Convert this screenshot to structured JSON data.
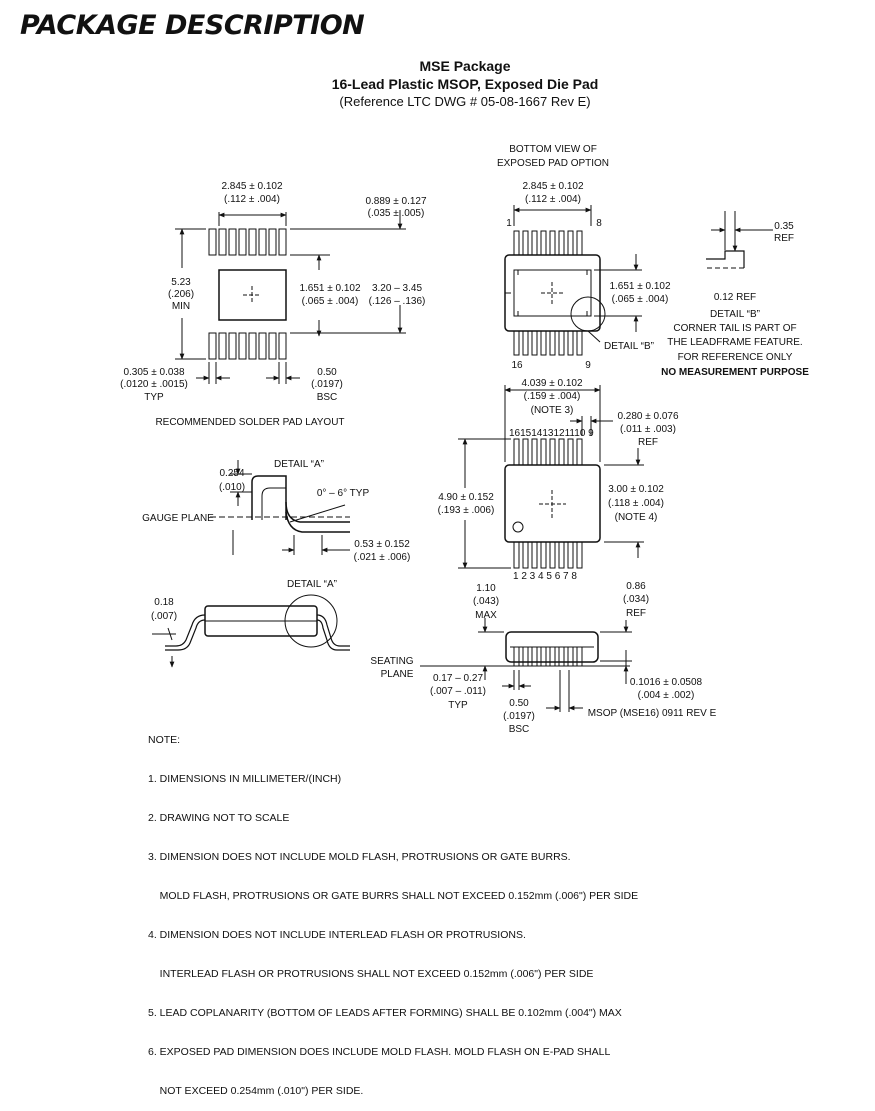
{
  "header": "PACKAGE DESCRIPTION",
  "title": {
    "line1": "MSE Package",
    "line2": "16-Lead Plastic MSOP, Exposed Die Pad",
    "line3": "(Reference LTC DWG # 05-08-1667 Rev E)"
  },
  "solder_layout": {
    "width_mm": "2.845 ± 0.102",
    "width_in": "(.112 ± .004)",
    "pad_len_mm": "0.889 ± 0.127",
    "pad_len_in": "(.035 ± .005)",
    "height_mm": "5.23",
    "height_in": "(.206)",
    "height_note": "MIN",
    "inner_mm": "1.651 ± 0.102",
    "inner_in": "(.065 ± .004)",
    "range_mm": "3.20 – 3.45",
    "range_in": "(.126 – .136)",
    "pad_w_mm": "0.305 ± 0.038",
    "pad_w_in": "(.0120 ± .0015)",
    "pad_w_note": "TYP",
    "pitch_mm": "0.50",
    "pitch_in": "(.0197)",
    "pitch_note": "BSC",
    "caption": "RECOMMENDED SOLDER PAD LAYOUT"
  },
  "bottom_view": {
    "caption1": "BOTTOM VIEW OF",
    "caption2": "EXPOSED PAD OPTION",
    "width_mm": "2.845 ± 0.102",
    "width_in": "(.112 ± .004)",
    "pin1": "1",
    "pin8": "8",
    "pin16": "16",
    "pin9": "9",
    "pad_mm": "1.651 ± 0.102",
    "pad_in": "(.065 ± .004)",
    "detail_b": "DETAIL “B”"
  },
  "detail_b": {
    "ref_val": "0.35",
    "ref_label": "REF",
    "ref2": "0.12 REF",
    "title": "DETAIL “B”",
    "line1": "CORNER TAIL IS PART OF",
    "line2": "THE LEADFRAME FEATURE.",
    "line3": "FOR REFERENCE ONLY",
    "line4": "NO MEASUREMENT PURPOSE"
  },
  "top_view": {
    "len_mm": "4.039 ± 0.102",
    "len_in": "(.159 ± .004)",
    "len_note": "(NOTE 3)",
    "tail_mm": "0.280 ± 0.076",
    "tail_in": "(.011 ± .003)",
    "tail_note": "REF",
    "pins_top": "16151413121110 9",
    "pins_bottom": "1 2 3 4 5 6 7 8",
    "span_mm": "4.90 ± 0.152",
    "span_in": "(.193 ± .006)",
    "body_mm": "3.00 ± 0.102",
    "body_in": "(.118 ± .004)",
    "body_note": "(NOTE 4)"
  },
  "detail_a": {
    "thick_mm": "0.254",
    "thick_in": "(.010)",
    "title": "DETAIL “A”",
    "angle": "0° – 6° TYP",
    "gauge": "GAUGE PLANE",
    "foot_mm": "0.53 ± 0.152",
    "foot_in": "(.021 ± .006)"
  },
  "side_view": {
    "lead_mm": "0.18",
    "lead_in": "(.007)",
    "detail_a": "DETAIL “A”"
  },
  "end_view": {
    "h_mm": "1.10",
    "h_in": "(.043)",
    "h_note": "MAX",
    "h2_mm": "0.86",
    "h2_in": "(.034)",
    "h2_note": "REF",
    "seat1": "SEATING",
    "seat2": "PLANE",
    "lead_mm": "0.17 – 0.27",
    "lead_in": "(.007 – .011)",
    "lead_note": "TYP",
    "pitch_mm": "0.50",
    "pitch_in": "(.0197)",
    "pitch_note": "BSC",
    "standoff_mm": "0.1016 ± 0.0508",
    "standoff_in": "(.004 ± .002)",
    "stamp": "MSOP (MSE16) 0911 REV E"
  },
  "notes": [
    "NOTE:",
    "1. DIMENSIONS IN MILLIMETER/(INCH)",
    "2. DRAWING NOT TO SCALE",
    "3. DIMENSION DOES NOT INCLUDE MOLD FLASH, PROTRUSIONS OR GATE BURRS.",
    "    MOLD FLASH, PROTRUSIONS OR GATE BURRS SHALL NOT EXCEED 0.152mm (.006\") PER SIDE",
    "4. DIMENSION DOES NOT INCLUDE INTERLEAD FLASH OR PROTRUSIONS.",
    "    INTERLEAD FLASH OR PROTRUSIONS SHALL NOT EXCEED 0.152mm (.006\") PER SIDE",
    "5. LEAD COPLANARITY (BOTTOM OF LEADS AFTER FORMING) SHALL BE 0.102mm (.004\") MAX",
    "6. EXPOSED PAD DIMENSION DOES INCLUDE MOLD FLASH. MOLD FLASH ON E-PAD SHALL",
    "    NOT EXCEED 0.254mm (.010\") PER SIDE."
  ]
}
